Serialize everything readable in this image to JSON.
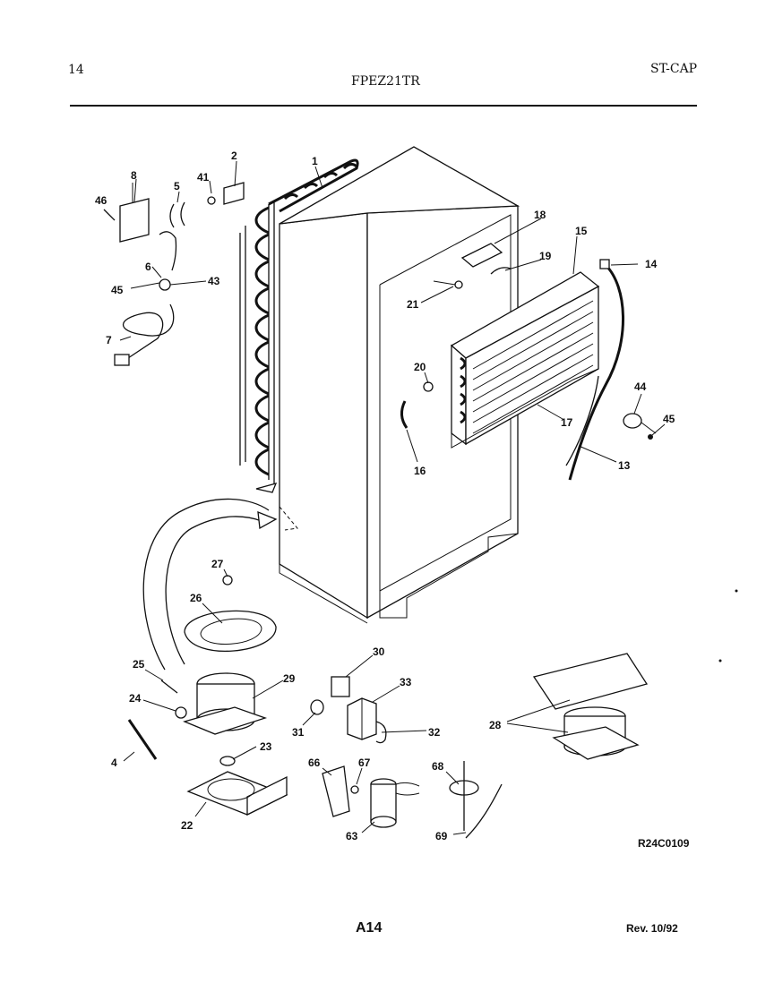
{
  "header": {
    "page_number": "14",
    "model": "FPEZ21TR",
    "section_code": "ST-CAP"
  },
  "footer": {
    "page_code": "A14",
    "revision": "Rev. 10/92",
    "drawing_id": "R24C0109"
  },
  "callouts": {
    "c1": "1",
    "c2": "2",
    "c4": "4",
    "c5": "5",
    "c6": "6",
    "c7": "7",
    "c8": "8",
    "c13": "13",
    "c14": "14",
    "c15": "15",
    "c16": "16",
    "c17": "17",
    "c18": "18",
    "c19": "19",
    "c20": "20",
    "c21": "21",
    "c22": "22",
    "c23": "23",
    "c24": "24",
    "c25": "25",
    "c26": "26",
    "c27": "27",
    "c28": "28",
    "c29": "29",
    "c30": "30",
    "c31": "31",
    "c32": "32",
    "c33": "33",
    "c41": "41",
    "c43": "43",
    "c44": "44",
    "c45a": "45",
    "c45b": "45",
    "c46": "46",
    "c63": "63",
    "c66": "66",
    "c67": "67",
    "c68": "68",
    "c69": "69"
  },
  "icons": {
    "refrigerator": "refrigerator-cabinet-icon",
    "condenser": "condenser-coil-icon",
    "evaporator": "evaporator-icon",
    "compressor": "compressor-icon"
  }
}
